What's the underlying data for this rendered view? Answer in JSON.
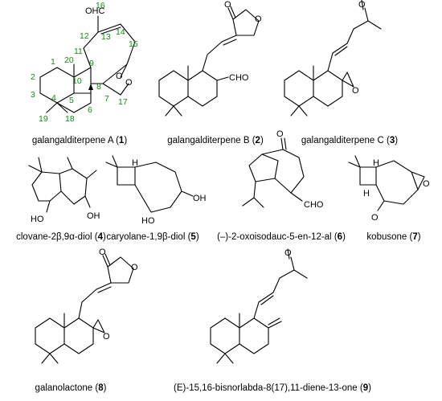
{
  "compounds": [
    {
      "name": "galangalditerpene A",
      "number": "1"
    },
    {
      "name": "galangalditerpene B",
      "number": "2"
    },
    {
      "name": "galangalditerpene C",
      "number": "3"
    },
    {
      "name": "clovane-2β,9α-diol",
      "number": "4"
    },
    {
      "name": "caryolane-1,9β-diol",
      "number": "5"
    },
    {
      "name": "(–)-2-oxoisodauc-5-en-12-al",
      "number": "6"
    },
    {
      "name": "kobusone",
      "number": "7"
    },
    {
      "name": "galanolactone",
      "number": "8"
    },
    {
      "name": "(E)-15,16-bisnorlabda-8(17),11-diene-13-one",
      "number": "9"
    }
  ],
  "atom_labels": {
    "cho": "CHO",
    "oxygen": "O",
    "hydroxyl": "OH",
    "hydroxyl_left": "HO",
    "hydrogen": "H",
    "ohc": "OHC"
  },
  "numbering": [
    "1",
    "2",
    "3",
    "4",
    "5",
    "6",
    "7",
    "8",
    "9",
    "10",
    "11",
    "12",
    "13",
    "14",
    "15",
    "16",
    "17",
    "18",
    "19",
    "20"
  ],
  "colors": {
    "numbering": "#178a17",
    "structure": "#000000"
  }
}
